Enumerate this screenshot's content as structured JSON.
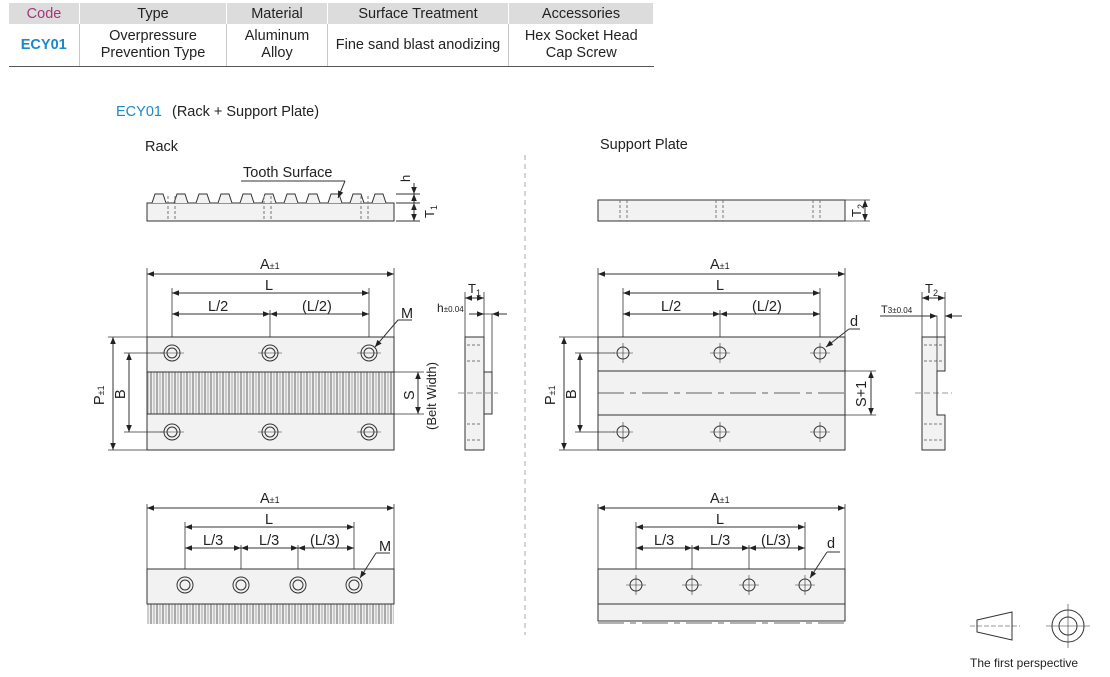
{
  "spec_table": {
    "headers": [
      "Code",
      "Type",
      "Material",
      "Surface Treatment",
      "Accessories"
    ],
    "row": {
      "code": "ECY01",
      "type": [
        "Overpressure",
        "Prevention Type"
      ],
      "material": [
        "Aluminum",
        "Alloy"
      ],
      "surface": "Fine sand blast anodizing",
      "accessories": [
        "Hex Socket Head",
        "Cap Screw"
      ]
    },
    "header_code_color": "#a2367a",
    "code_color": "#1a88c9"
  },
  "drawing": {
    "title_code": "ECY01",
    "title_rest": "(Rack + Support Plate)",
    "rack": {
      "title": "Rack",
      "tooth_surface": "Tooth Surface",
      "h": "h",
      "t1": "T",
      "t1_sub": "1",
      "a": "A",
      "a_tol": "±1",
      "l": "L",
      "l_half": "L/2",
      "l_half_paren": "(L/2)",
      "m": "M",
      "p": "P",
      "p_tol": "±1",
      "b": "B",
      "s": "S",
      "belt_width": "(Belt Width)",
      "h_side": "h",
      "h_tol": "±0.04",
      "l_third": "L/3",
      "l_third_paren": "(L/3)"
    },
    "plate": {
      "title": "Support Plate",
      "t2": "T",
      "t2_sub": "2",
      "a": "A",
      "a_tol": "±1",
      "l": "L",
      "l_half": "L/2",
      "l_half_paren": "(L/2)",
      "d": "d",
      "p": "P",
      "p_tol": "±1",
      "b": "B",
      "s1": "S+1",
      "t3": "T",
      "t3_sub": "3",
      "t3_tol": "±0.04",
      "l_third": "L/3",
      "l_third_paren": "(L/3)"
    },
    "projection_label": "The first perspective"
  }
}
